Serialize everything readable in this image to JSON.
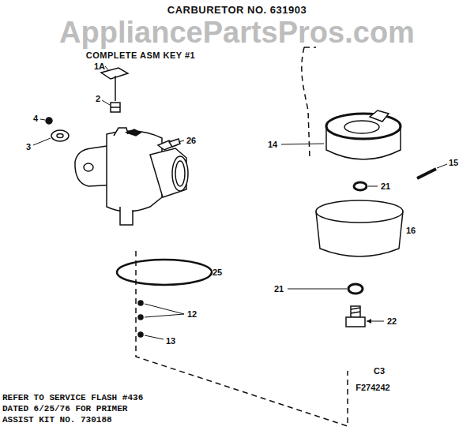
{
  "diagram": {
    "title": "CARBURETOR NO. 631903",
    "labels": [
      "AppliancePartsPros.com",
      "COMPLETE ASM KEY #1",
      "1A",
      "2",
      "4",
      "3",
      "26",
      "25",
      "12",
      "13",
      "14",
      "15",
      "21",
      "16",
      "21",
      "22",
      "C3",
      "F274242",
      "REFER TO SERVICE FLASH #436 DATED 6/25/76 FOR PRIMER ASSIST KIT NO. 730188"
    ]
  }
}
